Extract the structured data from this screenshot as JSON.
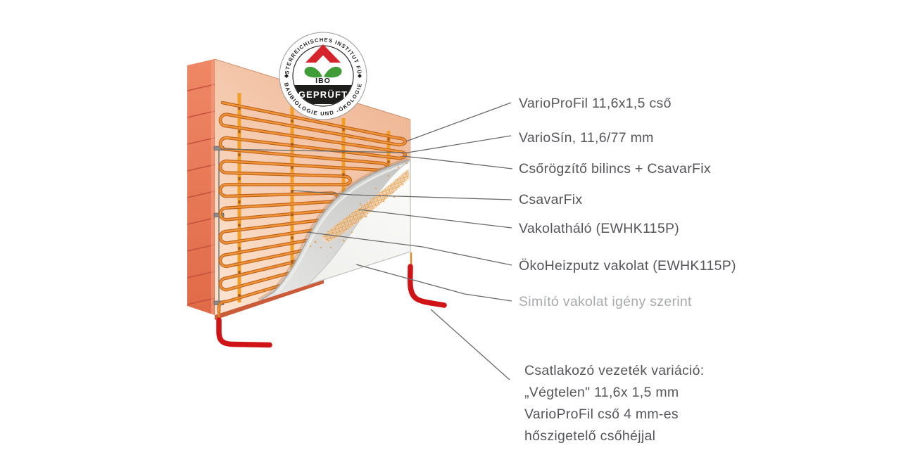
{
  "badge": {
    "ring_top": "ÖSTERREICHISCHES INSTITUT FÜR",
    "ring_bottom": "BAUBIOLOGIE UND -ÖKOLOGIE",
    "center_acronym": "IBO",
    "banner": "GEPRÜFT"
  },
  "labels": [
    {
      "text": "VarioProFil 11,6x1,5 cső",
      "muted": false
    },
    {
      "text": "VarioSín, 11,6/77 mm",
      "muted": false
    },
    {
      "text": "Csőrögzítő bilincs + CsavarFix",
      "muted": false
    },
    {
      "text": "CsavarFix",
      "muted": false
    },
    {
      "text": "Vakolatháló (EWHK115P)",
      "muted": false
    },
    {
      "text": "ÖkoHeizputz vakolat (EWHK115P)",
      "muted": false
    },
    {
      "text": "Simító vakolat igény szerint",
      "muted": true
    }
  ],
  "paragraph": {
    "lines": [
      "Csatlakozó vezeték variáció:",
      "„Végtelen\" 11,6x 1,5 mm",
      "VarioProFil cső 4 mm-es",
      "hőszigetelő csőhéjjal"
    ]
  },
  "colors": {
    "pipe_orange_dark": "#c2631c",
    "pipe_orange_light": "#f0973a",
    "rail_orange": "#f29d24",
    "red_connection_pipe": "#d01317",
    "wall_face_light": "#fbe2ce",
    "wall_face_dark": "#efb694",
    "wall_side": "#e87c5d",
    "wall_top": "#d96b35",
    "plaster_gray": "#d4d4d2",
    "topcoat_white": "#f7f7f5",
    "mesh_orange": "#dd8722",
    "label_text": "#55565a",
    "label_muted": "#a8aaac",
    "leader_line": "#6a6a6a",
    "badge_red": "#d5242b",
    "badge_green": "#3f9c37"
  }
}
